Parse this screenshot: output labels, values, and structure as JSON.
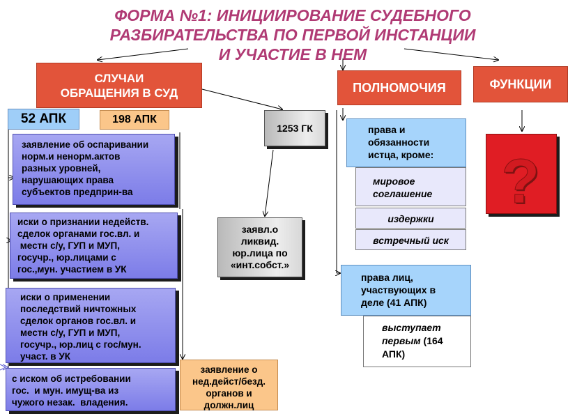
{
  "title": {
    "line1": "ФОРМА №1: ИНИЦИИРОВАНИЕ СУДЕБНОГО",
    "line2": "РАЗБИРАТЕЛЬСТВА ПО ПЕРВОЙ ИНСТАНЦИИ",
    "line3": "И УЧАСТИЕ В НЕМ"
  },
  "headers": {
    "cases_line1": "СЛУЧАИ",
    "cases_line2": "ОБРАЩЕНИЯ В СУД",
    "powers": "ПОЛНОМОЧИЯ",
    "functions": "ФУНКЦИИ"
  },
  "tags": {
    "apk52": "52 АПК",
    "apk198": "198 АПК",
    "gk1253": "1253 ГК"
  },
  "cases": [
    {
      "lines": [
        "заявление об оспаривании",
        "норм.и ненорм.актов",
        "разных уровней,",
        "нарушающих права",
        "субъектов предприн-ва"
      ]
    },
    {
      "lines": [
        "иски о признании недейств.",
        "сделок органами гос.вл. и",
        " местн с/у, ГУП и МУП,",
        "госучр., юр.лицами с",
        "гос.,мун. участием в УК"
      ]
    },
    {
      "lines": [
        "иски о применении",
        "последствий ничтожных",
        "сделок органов гос.вл. и",
        "местн с/у, ГУП и МУП,",
        "госучр., юр.лиц с гос/мун.",
        "участ. в УК"
      ]
    },
    {
      "lines": [
        "с иском об истребовании",
        "гос.  и мун. имущ-ва из",
        "чужого незак.  владения."
      ]
    }
  ],
  "liquidation_box": {
    "lines": [
      "заявл.о",
      "ликвид.",
      "юр.лица по",
      "«инт.собст.»"
    ]
  },
  "invalid_box": {
    "lines": [
      "заявление о",
      "нед.дейст/безд.",
      "органов и",
      "должн.лиц"
    ]
  },
  "powers": {
    "plaintiff_rights": {
      "lines": [
        "права и",
        "обязанности",
        "истца, кроме:"
      ]
    },
    "exceptions": [
      "мировое соглашение",
      "издержки",
      "встречный иск"
    ],
    "participant_rights": {
      "lines": [
        "права лиц,",
        "участвующих в",
        "деле (41 АПК)"
      ]
    },
    "speaks_first": {
      "italic": "выступает первым",
      "rest": " (164 АПК)"
    }
  },
  "functions_symbol": "?",
  "colors": {
    "title": "#b03a74",
    "red_header": "#e2543a",
    "blue_header": "#9fcef8",
    "peach": "#fbc68a",
    "purple": "#8f8fed",
    "question_box": "#e01d24"
  }
}
